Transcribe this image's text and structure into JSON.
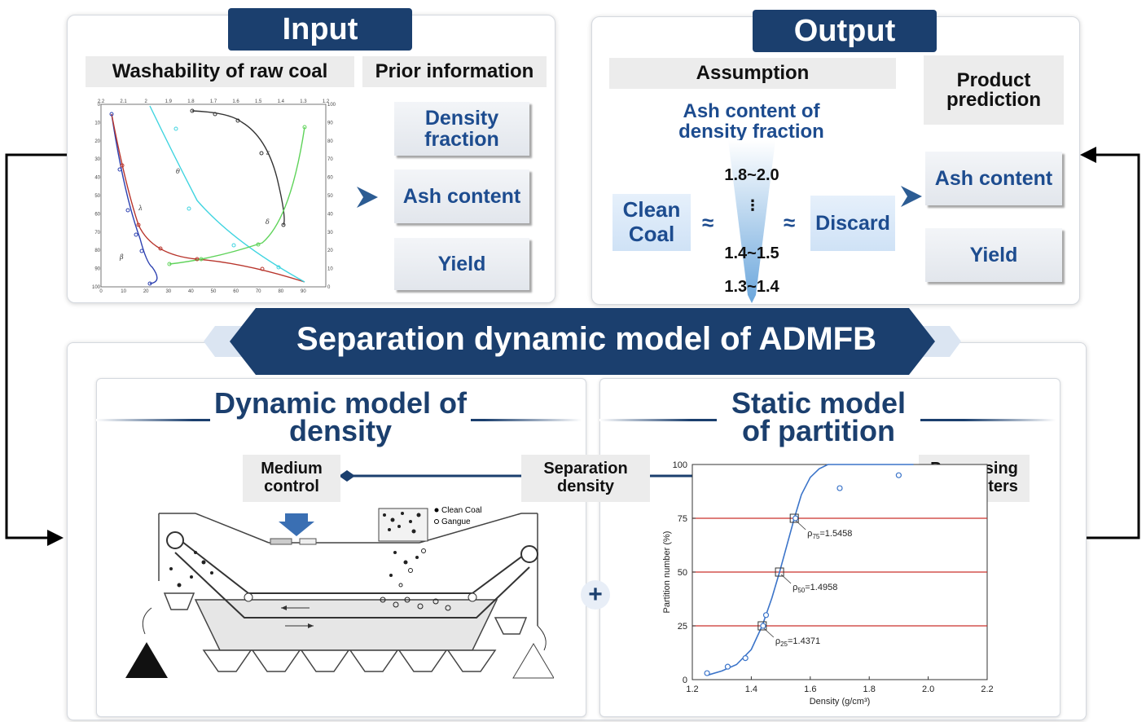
{
  "input": {
    "title": "Input",
    "washability_label": "Washability of raw coal",
    "prior_label": "Prior information",
    "items": [
      "Density fraction",
      "Ash content",
      "Yield"
    ],
    "washability_curve": {
      "top_ticks": [
        "2.2",
        "2.1",
        "2",
        "1.9",
        "1.8",
        "1.7",
        "1.6",
        "1.5",
        "1.4",
        "1.3",
        "1.2"
      ],
      "bottom_ticks": [
        "0",
        "10",
        "20",
        "30",
        "40",
        "50",
        "60",
        "70",
        "80",
        "90"
      ],
      "left_ticks": [
        "0",
        "10",
        "20",
        "30",
        "40",
        "50",
        "60",
        "70",
        "80",
        "90",
        "100"
      ],
      "right_ticks": [
        "100",
        "90",
        "80",
        "70",
        "60",
        "50",
        "40",
        "30",
        "20",
        "10",
        "0"
      ],
      "curve_labels": [
        "θ",
        "λ",
        "β",
        "δ",
        "ε"
      ]
    }
  },
  "output": {
    "title": "Output",
    "assumption_label": "Assumption",
    "product_label": "Product prediction",
    "ash_fraction_label": "Ash content of density fraction",
    "clean_coal": "Clean Coal",
    "discard": "Discard",
    "approx": "≈",
    "fractions": [
      "1.8~2.0",
      "1.4~1.5",
      "1.3~1.4"
    ],
    "ellipsis": "⋮",
    "items": [
      "Ash content",
      "Yield"
    ]
  },
  "model": {
    "banner": "Separation dynamic model of ADMFB",
    "dynamic_title": "Dynamic model of density",
    "static_title": "Static model of partition",
    "medium_control": "Medium control",
    "separation_density": "Separation density",
    "processing_parameters": "Processing parameters",
    "legend_clean": "Clean Coal",
    "legend_gangue": "Gangue",
    "plus": "+"
  },
  "chart_data": {
    "type": "scatter",
    "xlabel": "Density (g/cm³)",
    "ylabel": "Partition number (%)",
    "xlim": [
      1.2,
      2.2
    ],
    "ylim": [
      0,
      100
    ],
    "x_ticks": [
      "1.2",
      "1.4",
      "1.6",
      "1.8",
      "2.0",
      "2.2"
    ],
    "y_ticks": [
      "0",
      "25",
      "50",
      "75",
      "100"
    ],
    "points": [
      {
        "x": 1.25,
        "y": 3
      },
      {
        "x": 1.32,
        "y": 6
      },
      {
        "x": 1.38,
        "y": 10
      },
      {
        "x": 1.44,
        "y": 25
      },
      {
        "x": 1.45,
        "y": 30
      },
      {
        "x": 1.55,
        "y": 75
      },
      {
        "x": 1.7,
        "y": 89
      },
      {
        "x": 1.9,
        "y": 95
      }
    ],
    "curve": [
      [
        1.25,
        2
      ],
      [
        1.3,
        4
      ],
      [
        1.35,
        7
      ],
      [
        1.4,
        14
      ],
      [
        1.4371,
        25
      ],
      [
        1.47,
        38
      ],
      [
        1.4958,
        50
      ],
      [
        1.52,
        62
      ],
      [
        1.5458,
        75
      ],
      [
        1.57,
        86
      ],
      [
        1.6,
        94
      ],
      [
        1.63,
        98
      ],
      [
        1.66,
        100
      ],
      [
        1.95,
        100
      ]
    ],
    "reference_lines": [
      25,
      50,
      75
    ],
    "annotations": [
      {
        "x": 1.5458,
        "y": 75,
        "text": "ρ75=1.5458",
        "sub": "75",
        "val": "=1.5458"
      },
      {
        "x": 1.4958,
        "y": 50,
        "text": "ρ50=1.4958",
        "sub": "50",
        "val": "=1.4958"
      },
      {
        "x": 1.4371,
        "y": 25,
        "text": "ρ25=1.4371",
        "sub": "25",
        "val": "=1.4371"
      }
    ]
  }
}
